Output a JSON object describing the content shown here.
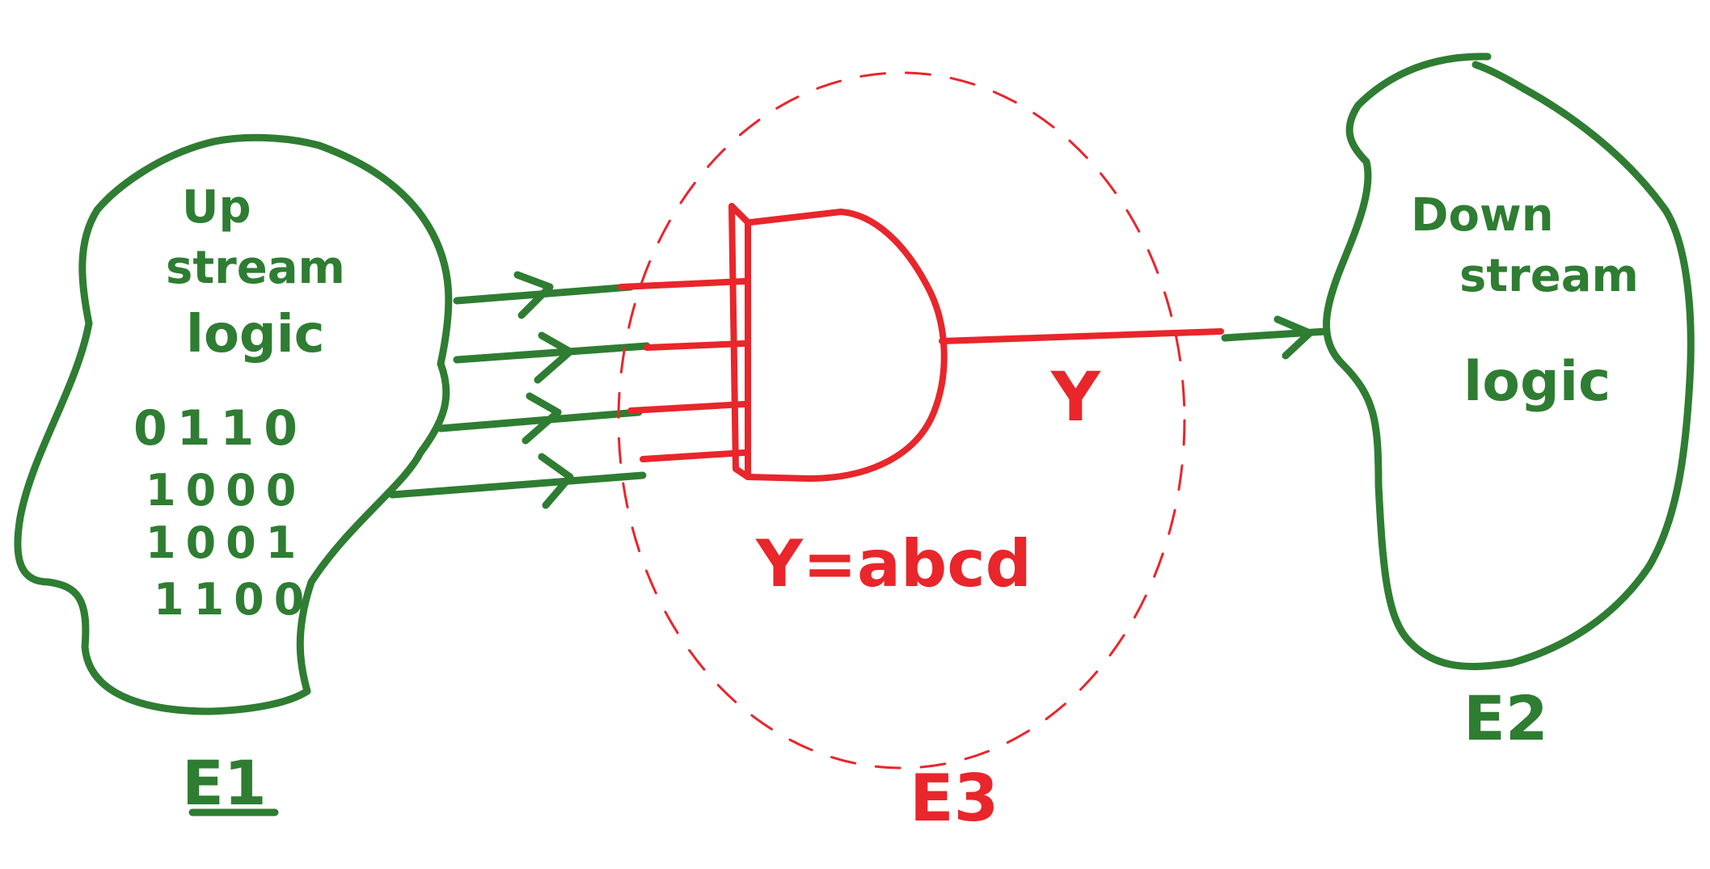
{
  "colors": {
    "upstream": "#2e7d32",
    "downstream": "#2e7d32",
    "gate": "#e8262b",
    "background": "#ffffff"
  },
  "upstream": {
    "title_line1": "Up",
    "title_line2": "stream",
    "title_line3": "logic",
    "patterns": [
      "0110",
      "1000",
      "1001",
      "1100"
    ],
    "entity_label": "E1"
  },
  "gate_block": {
    "output_label": "Y",
    "equation": "Y=abcd",
    "entity_label": "E3"
  },
  "downstream": {
    "title_line1": "Down",
    "title_line2": "stream",
    "title_line3": "logic",
    "entity_label": "E2"
  }
}
